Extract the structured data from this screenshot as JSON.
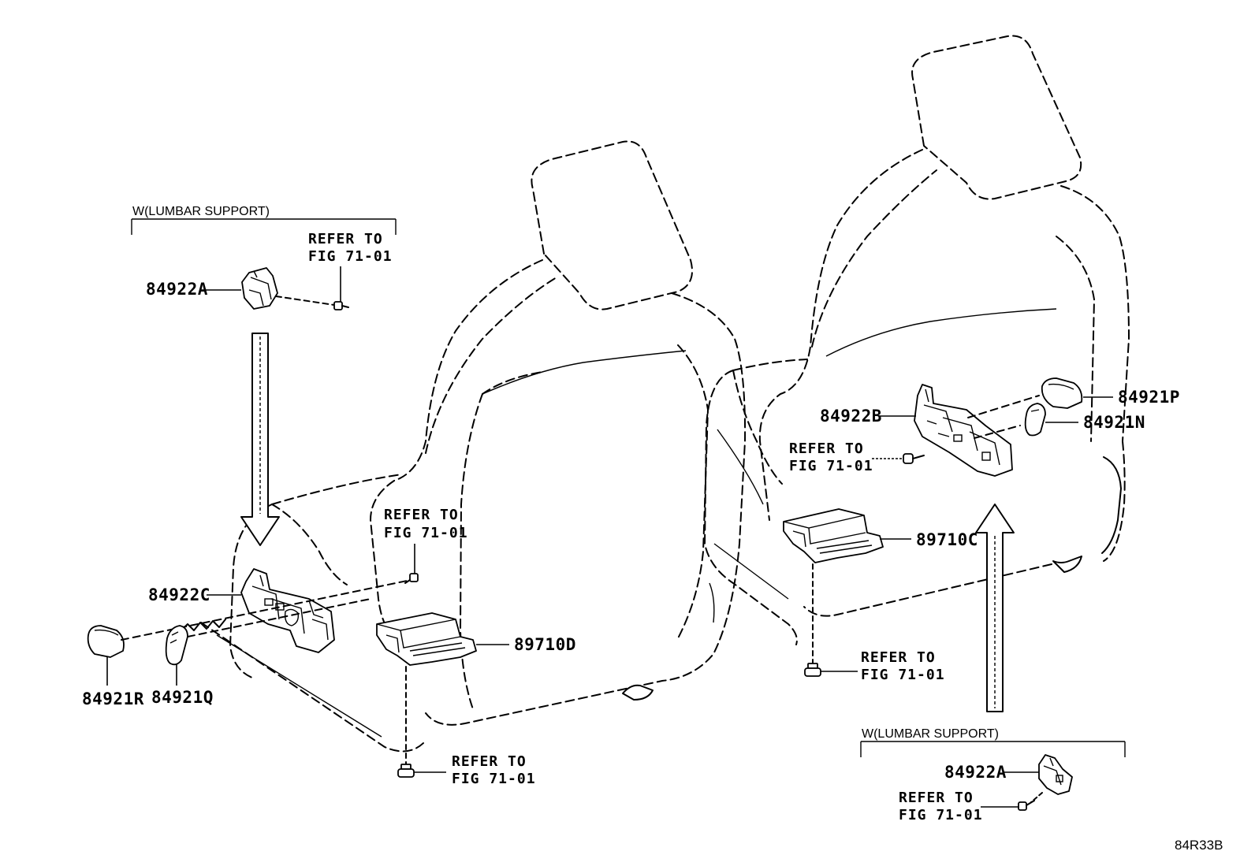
{
  "left_group": {
    "caption": "W(LUMBAR SUPPORT)",
    "top_part": "84922A",
    "top_ref_line1": "REFER TO",
    "top_ref_line2": "FIG 71-01",
    "switch_part": "84922C",
    "knob_r": "84921R",
    "knob_q": "84921Q",
    "ecu_part": "89710D",
    "ecu_ref_line1": "REFER TO",
    "ecu_ref_line2": "FIG 71-01",
    "bottom_ref_line1": "REFER TO",
    "bottom_ref_line2": "FIG 71-01"
  },
  "right_group": {
    "switch_part": "84922B",
    "knob_p": "84921P",
    "knob_n": "84921N",
    "switch_ref_line1": "REFER TO",
    "switch_ref_line2": "FIG 71-01",
    "ecu_part": "89710C",
    "ecu_ref_line1": "REFER TO",
    "ecu_ref_line2": "FIG 71-01",
    "caption": "W(LUMBAR SUPPORT)",
    "bottom_part": "84922A",
    "bottom_ref_line1": "REFER TO",
    "bottom_ref_line2": "FIG 71-01"
  },
  "diagram_code": "84R33B"
}
